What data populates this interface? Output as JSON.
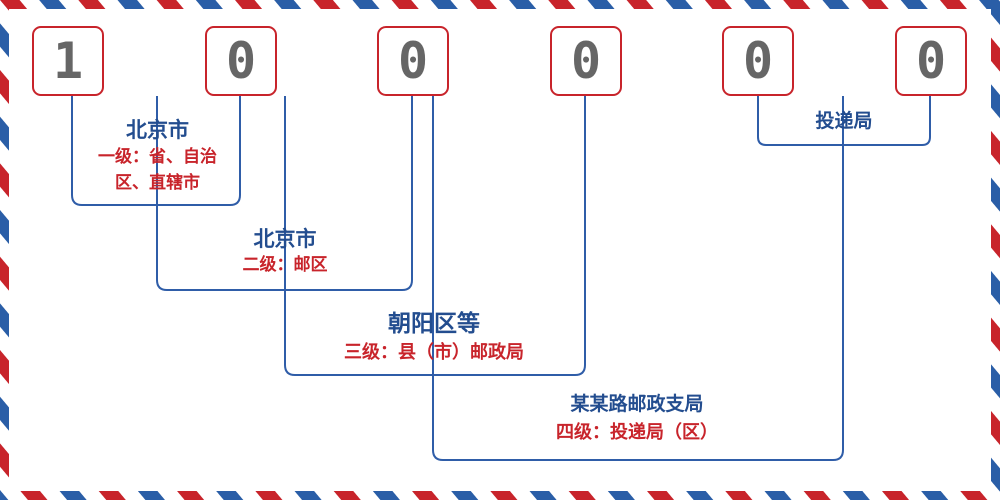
{
  "digits": [
    "1",
    "0",
    "0",
    "0",
    "0",
    "0"
  ],
  "levels": [
    {
      "name": "北京市",
      "level": "一级：省、自治区、直辖市"
    },
    {
      "name": "北京市",
      "level": "二级：邮区"
    },
    {
      "name": "朝阳区等",
      "level": "三级：县（市）邮政局"
    },
    {
      "name": "某某路邮政支局",
      "level": "四级：投递局（区）"
    },
    {
      "name": "投递局",
      "level": ""
    }
  ],
  "colors": {
    "stripe_red": "#c8242b",
    "stripe_blue": "#2a5ea7",
    "digit_border": "#c8242b",
    "digit_text": "#666666",
    "connector": "#2f5da8",
    "name_text": "#234d8f",
    "level_text": "#c8242b"
  }
}
